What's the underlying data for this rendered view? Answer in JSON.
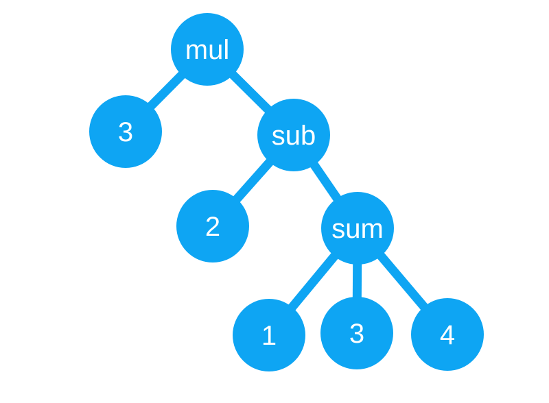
{
  "colors": {
    "node": "#0EA5F3",
    "edge": "#0EA5F3",
    "label": "#ffffff",
    "background": "#ffffff"
  },
  "tree": {
    "nodes": [
      {
        "id": "mul",
        "label": "mul"
      },
      {
        "id": "three_a",
        "label": "3"
      },
      {
        "id": "sub",
        "label": "sub"
      },
      {
        "id": "two",
        "label": "2"
      },
      {
        "id": "sum",
        "label": "sum"
      },
      {
        "id": "one",
        "label": "1"
      },
      {
        "id": "three_b",
        "label": "3"
      },
      {
        "id": "four",
        "label": "4"
      }
    ],
    "edges": [
      {
        "from": "mul",
        "to": "three_a"
      },
      {
        "from": "mul",
        "to": "sub"
      },
      {
        "from": "sub",
        "to": "two"
      },
      {
        "from": "sub",
        "to": "sum"
      },
      {
        "from": "sum",
        "to": "one"
      },
      {
        "from": "sum",
        "to": "three_b"
      },
      {
        "from": "sum",
        "to": "four"
      }
    ]
  }
}
